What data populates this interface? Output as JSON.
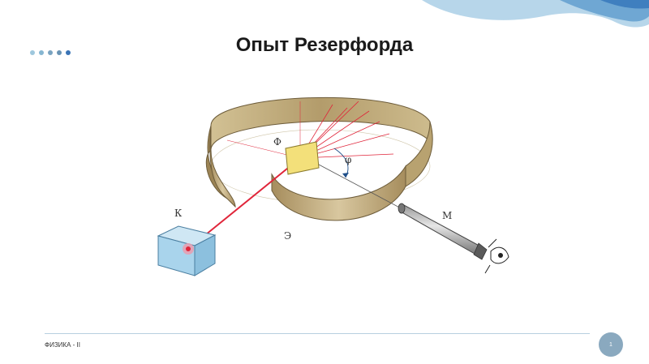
{
  "slide": {
    "title": "Опыт Резерфорда",
    "footer": "ФИЗИКА - II",
    "page_number": "1"
  },
  "diagram": {
    "label_k": "К",
    "label_f": "Ф",
    "label_phi": "φ",
    "label_e": "Э",
    "label_m": "М"
  },
  "colors": {
    "accent_wave": "#a9cde6",
    "accent_wave_dark": "#4a90c8",
    "beam": "#e0253a",
    "screen": "#c8b68c",
    "foil": "#f3e07a"
  },
  "icons": [
    "eye-icon"
  ]
}
